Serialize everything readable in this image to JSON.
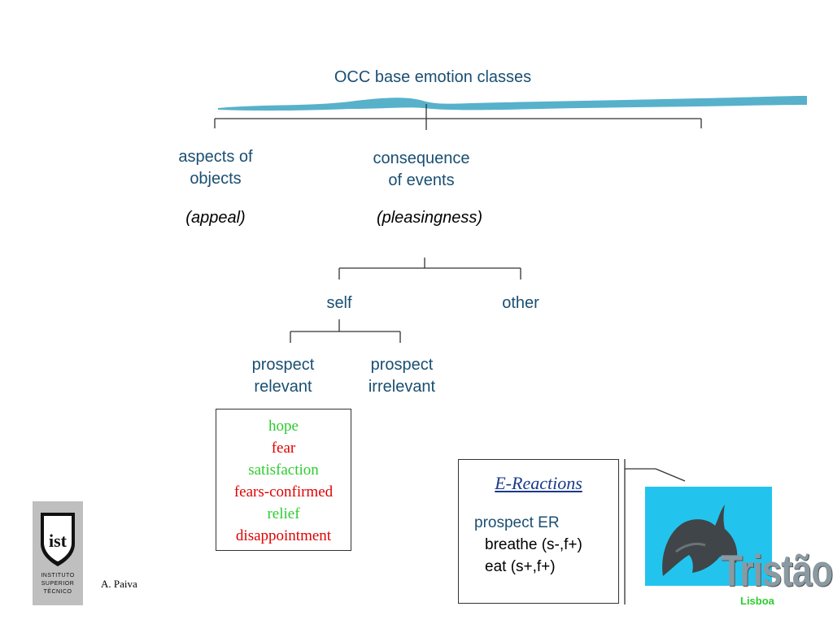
{
  "title": "OCC base emotion classes",
  "branches": {
    "objects": {
      "line1": "aspects of",
      "line2": "objects",
      "qualifier": "(appeal)"
    },
    "events": {
      "line1": "consequence",
      "line2": "of events",
      "qualifier": "(pleasingness)"
    }
  },
  "events_split": {
    "self": "self",
    "other": "other"
  },
  "self_split": {
    "relevant": {
      "line1": "prospect",
      "line2": "relevant"
    },
    "irrelevant": {
      "line1": "prospect",
      "line2": "irrelevant"
    }
  },
  "emotions": [
    {
      "label": "hope",
      "color": "#2ecc2e"
    },
    {
      "label": "fear",
      "color": "#e00000"
    },
    {
      "label": "satisfaction",
      "color": "#2ecc2e"
    },
    {
      "label": "fears-confirmed",
      "color": "#e00000"
    },
    {
      "label": "relief",
      "color": "#2ecc2e"
    },
    {
      "label": "disappointment",
      "color": "#e00000"
    }
  ],
  "ereactions": {
    "title": "E-Reactions",
    "category": "prospect ER",
    "items": [
      "breathe (s-,f+)",
      "eat (s+,f+)"
    ]
  },
  "logo": {
    "lines": [
      "INSTITUTO",
      "SUPERIOR",
      "TÉCNICO"
    ]
  },
  "author": "A. Paiva",
  "badge": {
    "name": "Tristão",
    "sub": "Lisboa"
  },
  "colors": {
    "teal": "#1a4f72",
    "wave": "#3aa3c2",
    "sky": "#22c4ee",
    "positive": "#2ecc2e",
    "negative": "#e00000"
  }
}
